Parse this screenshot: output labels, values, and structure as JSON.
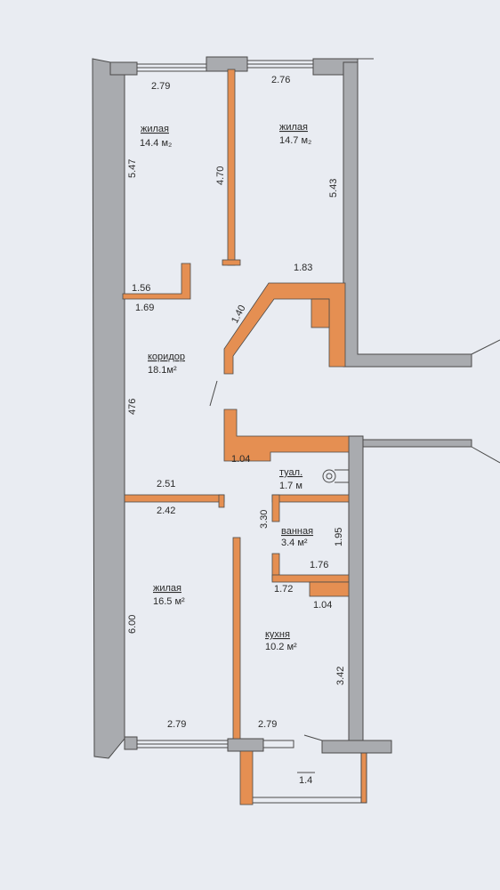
{
  "rooms": {
    "living1": {
      "name": "жилая",
      "area": "14.4 м₂"
    },
    "living2": {
      "name": "жилая",
      "area": "14.7  м₂"
    },
    "corridor": {
      "name": "коридор",
      "area": "18.1м²"
    },
    "toilet": {
      "name": "туал.",
      "area": "1.7 м"
    },
    "bath": {
      "name": "ванная",
      "area": "3.4 м²"
    },
    "living3": {
      "name": "жилая",
      "area": "16.5 м²"
    },
    "kitchen": {
      "name": "кухня",
      "area": "10.2 м²"
    }
  },
  "dims": {
    "top_left": "2.79",
    "top_right": "2.76",
    "left_h1": "5.47",
    "center_h1": "4.70",
    "right_h1": "5.43",
    "diag_w": "1.83",
    "niche_top": "1.56",
    "niche_bot": "1.69",
    "diag": "1.40",
    "corr_h": "476",
    "hall_w": "1.04",
    "mid_top": "2.51",
    "mid_bot": "2.42",
    "bath_h": "3.30",
    "bath_right": "1.95",
    "bath_w": "1.76",
    "kit_top": "1.72",
    "kit_niche": "1.04",
    "left_h2": "6.00",
    "kit_h": "3.42",
    "bot_left": "2.79",
    "bot_right": "2.79",
    "balcony": "1.4"
  },
  "colors": {
    "wall": "#a9abaf",
    "partition": "#e58f52",
    "line": "#4a4a4a",
    "paper": "#e9ecf2"
  }
}
